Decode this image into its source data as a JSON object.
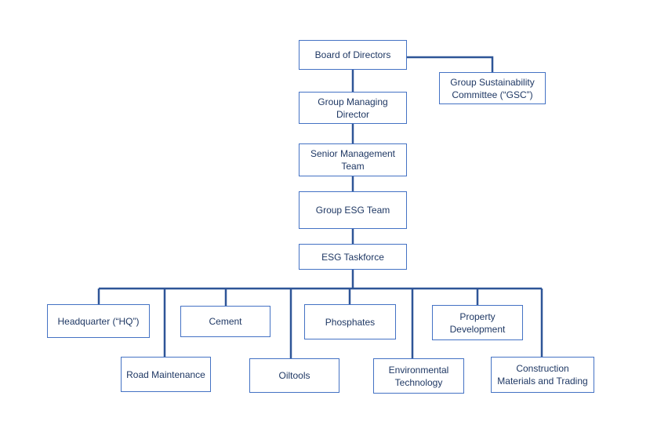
{
  "colors": {
    "line": "#2e5597",
    "box_border": "#4472c4",
    "text": "#1f3864"
  },
  "nodes": {
    "board": "Board of Directors",
    "gsc": "Group Sustainability Committee (“GSC”)",
    "gmd": "Group Managing Director",
    "smt": "Senior Management Team",
    "esg_team": "Group ESG Team",
    "taskforce": "ESG Taskforce",
    "hq": "Headquarter (“HQ”)",
    "road": "Road Maintenance",
    "cement": "Cement",
    "oiltools": "Oiltools",
    "phosphates": "Phosphates",
    "env_tech": "Environmental Technology",
    "property": "Property Development",
    "construction": "Construction Materials and Trading"
  }
}
